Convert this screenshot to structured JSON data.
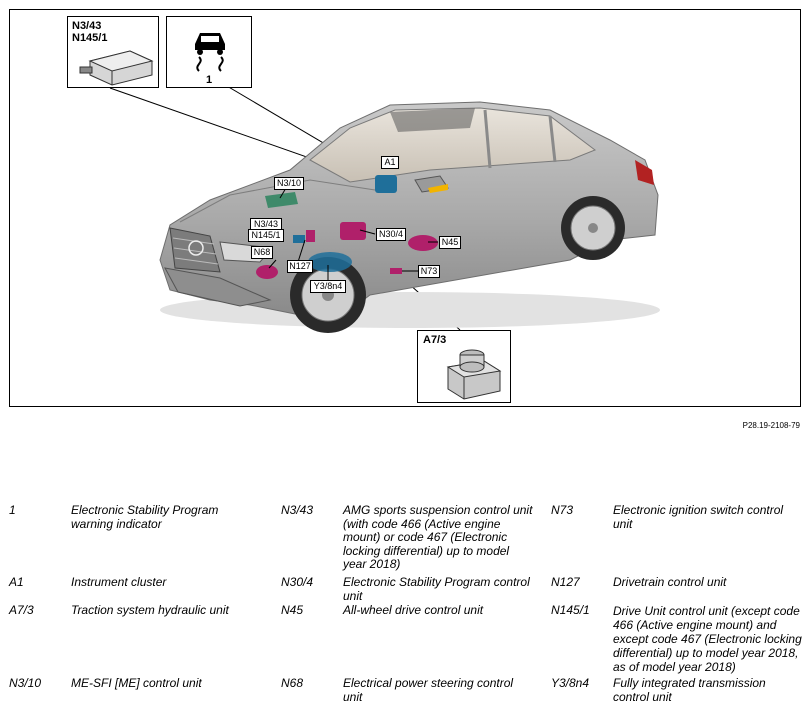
{
  "callouts": {
    "ecu_box": {
      "title_1": "N3/43",
      "title_2": "N145/1"
    },
    "warning_box": {
      "label": "1",
      "icon": "esp-skid-warning-icon"
    },
    "hydraulic_box": {
      "title": "A7/3"
    }
  },
  "tags": {
    "a1": "A1",
    "n3_10": "N3/10",
    "n3_43": "N3/43",
    "n145_1": "N145/1",
    "n68": "N68",
    "n127": "N127",
    "y3_8n4": "Y3/8n4",
    "n30_4": "N30/4",
    "n45": "N45",
    "n73": "N73"
  },
  "figure_code": "P28.19-2108-79",
  "legend": [
    {
      "code": "1",
      "desc": "Electronic Stability Program warning indicator"
    },
    {
      "code": "A1",
      "desc": "Instrument cluster"
    },
    {
      "code": "A7/3",
      "desc": "Traction system hydraulic unit"
    },
    {
      "code": "N3/10",
      "desc": "ME-SFI [ME] control unit"
    },
    {
      "code": "N3/43",
      "desc": "AMG sports suspension control unit (with code 466 (Active engine mount) or code 467 (Electronic locking differential) up to model year 2018)"
    },
    {
      "code": "N30/4",
      "desc": "Electronic Stability Program control unit"
    },
    {
      "code": "N45",
      "desc": "All-wheel drive control unit"
    },
    {
      "code": "N68",
      "desc": "Electrical power steering control unit"
    },
    {
      "code": "N73",
      "desc": "Electronic ignition switch control unit"
    },
    {
      "code": "N127",
      "desc": "Drivetrain control unit"
    },
    {
      "code": "N145/1",
      "desc": "Drive Unit control unit (except code 466 (Active engine mount) and except code 467 (Electronic locking differential) up to model year 2018, as of model year 2018)"
    },
    {
      "code": "Y3/8n4",
      "desc": "Fully integrated transmission control unit"
    }
  ],
  "colors": {
    "car_body": "#a8a8a8",
    "component_blue": "#1f6f9a",
    "component_magenta": "#b0206a",
    "component_green": "#3f8a6a"
  }
}
